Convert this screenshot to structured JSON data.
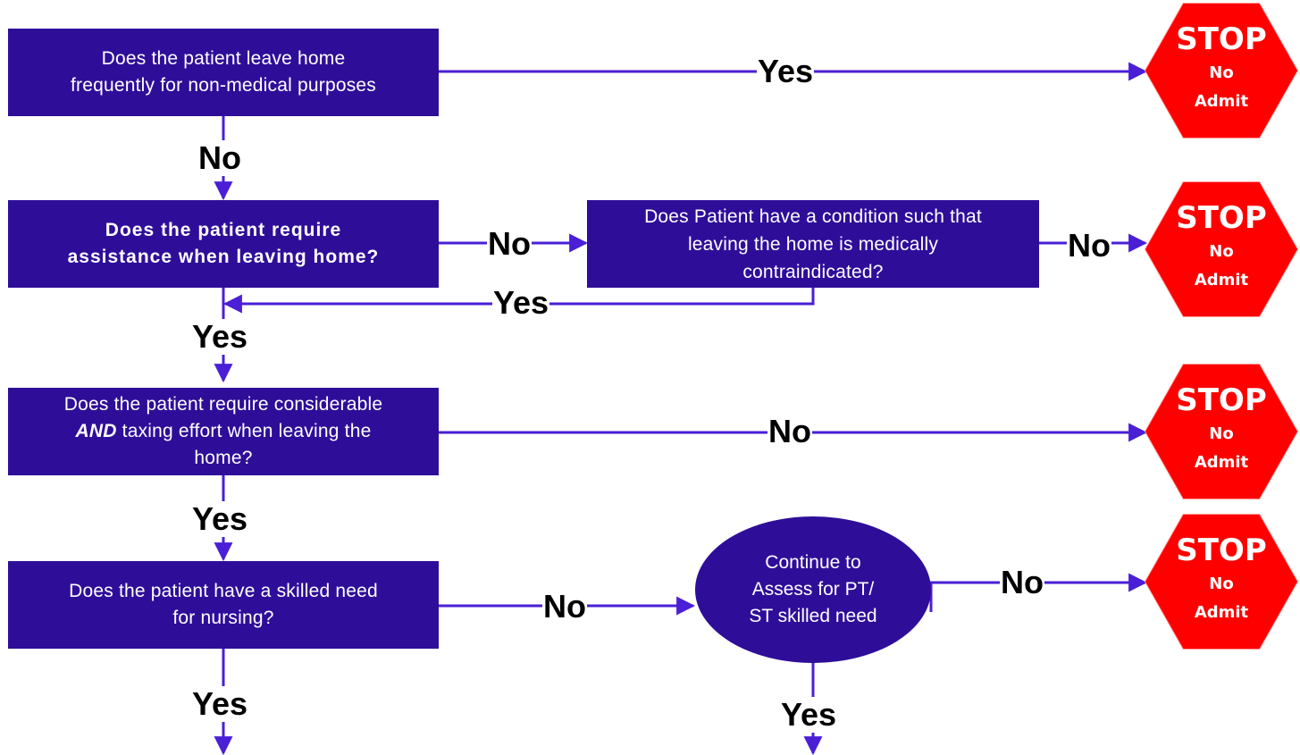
{
  "colors": {
    "box": "#2e0e99",
    "line": "#4a1fd6",
    "stop": "#ff0000",
    "text_light": "#ffffff"
  },
  "questions": {
    "q1": {
      "line1": "Does the patient leave home",
      "line2": "frequently for non-medical purposes"
    },
    "q2": {
      "line1": "Does the patient require",
      "line2": "assistance when leaving home?"
    },
    "q2b": {
      "line1": "Does Patient have a condition such that",
      "line2": "leaving the home is medically",
      "line3": "contraindicated?"
    },
    "q3": {
      "line1": "Does the patient require considerable",
      "and": "AND",
      "line2_rest": " taxing effort when leaving the",
      "line3": "home?"
    },
    "q4": {
      "line1": "Does the patient have a skilled need",
      "line2": "for nursing?"
    },
    "oval": {
      "line1": "Continue to",
      "line2": "Assess  for PT/",
      "line3": "ST skilled need"
    }
  },
  "labels": {
    "q1_yes": "Yes",
    "q1_no": "No",
    "q2_no": "No",
    "q2b_no": "No",
    "q2b_yes": "Yes",
    "q2_yes": "Yes",
    "q3_no": "No",
    "q3_yes": "Yes",
    "q4_no": "No",
    "q4_yes": "Yes",
    "oval_no": "No",
    "oval_yes": "Yes"
  },
  "stop_signs": [
    {
      "title": "STOP",
      "line1": "No",
      "line2": "Admit"
    },
    {
      "title": "STOP",
      "line1": "No",
      "line2": "Admit"
    },
    {
      "title": "STOP",
      "line1": "No",
      "line2": "Admit"
    },
    {
      "title": "STOP",
      "line1": "No",
      "line2": "Admit"
    }
  ]
}
